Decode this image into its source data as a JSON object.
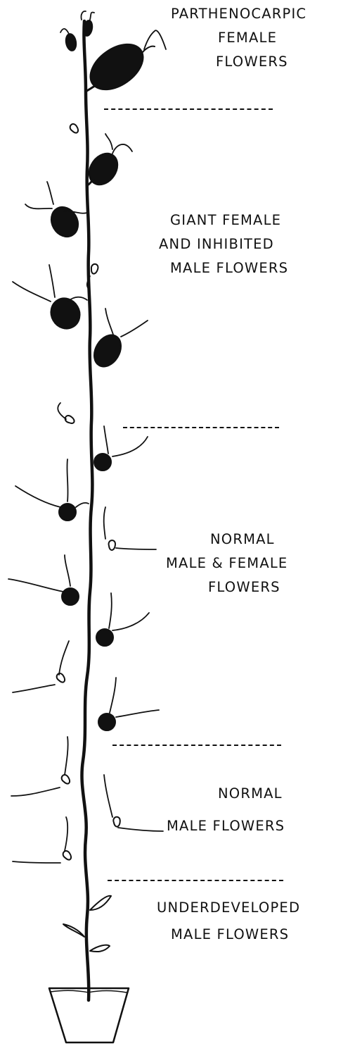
{
  "zones": [
    {
      "id": "parthenocarpic",
      "lines": [
        "PARTHENOCARPIC",
        "FEMALE",
        "FLOWERS"
      ]
    },
    {
      "id": "giant-female",
      "lines": [
        "GIANT FEMALE",
        "AND INHIBITED",
        "MALE FLOWERS"
      ]
    },
    {
      "id": "normal-male-female",
      "lines": [
        "NORMAL",
        "MALE & FEMALE",
        "FLOWERS"
      ]
    },
    {
      "id": "normal-male",
      "lines": [
        "NORMAL",
        "MALE FLOWERS"
      ]
    },
    {
      "id": "underdeveloped-male",
      "lines": [
        "UNDERDEVELOPED",
        "MALE FLOWERS"
      ]
    }
  ],
  "colors": {
    "ink": "#111111",
    "paper": "#ffffff"
  }
}
